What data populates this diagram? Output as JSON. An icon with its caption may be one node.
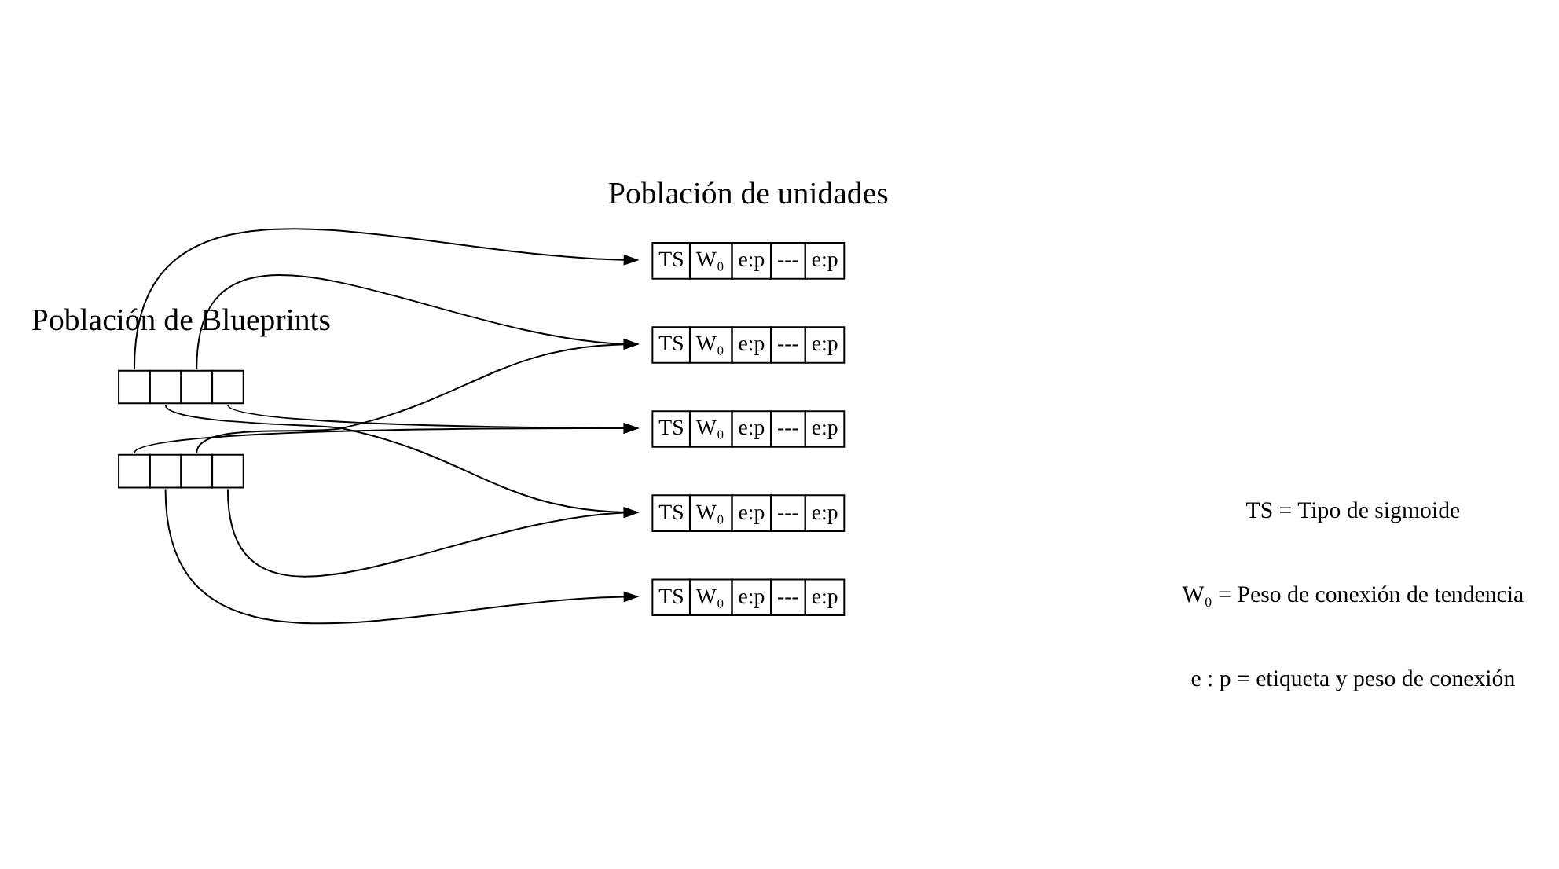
{
  "diagram": {
    "nodes": [
      {
        "text": [],
        "shape": "box"
      },
      {
        "text": [],
        "shape": "box"
      },
      {
        "text": [
          "TS",
          "W₀",
          "e:p",
          "---",
          "e:p"
        ]
      },
      {
        "text": [
          "TS",
          "W₀",
          "e:p",
          "---",
          "e:p"
        ]
      },
      {
        "text": [
          "TS",
          "W₀",
          "e:p",
          "---",
          "e:p"
        ]
      },
      {
        "text": [
          "TS",
          "W₀",
          "e:p",
          "---",
          "e:p"
        ]
      },
      {
        "text": [
          "TS",
          "W₀",
          "e:p",
          "---",
          "e:p"
        ]
      }
    ],
    "edges": [
      {
        "from": 0,
        "to": 2,
        "arrow": "to"
      },
      {
        "from": 0,
        "to": 6,
        "arrow": "to"
      },
      {
        "from": 0,
        "to": 4,
        "arrow": "to"
      },
      {
        "from": 0,
        "to": 3,
        "arrow": "to"
      },
      {
        "from": 1,
        "to": 3,
        "arrow": "to"
      },
      {
        "from": 1,
        "to": 5,
        "arrow": "to"
      },
      {
        "from": 1,
        "to": 4,
        "arrow": "to"
      },
      {
        "from": 1,
        "to": 6,
        "arrow": "to"
      }
    ],
    "labels": [
      "Población de Blueprints",
      "Población de unidades",
      "TS = Tipo de sigmoide",
      "W₀ = Peso de conexión de tendencia",
      "e : p = etiqueta y peso de conexión"
    ]
  }
}
